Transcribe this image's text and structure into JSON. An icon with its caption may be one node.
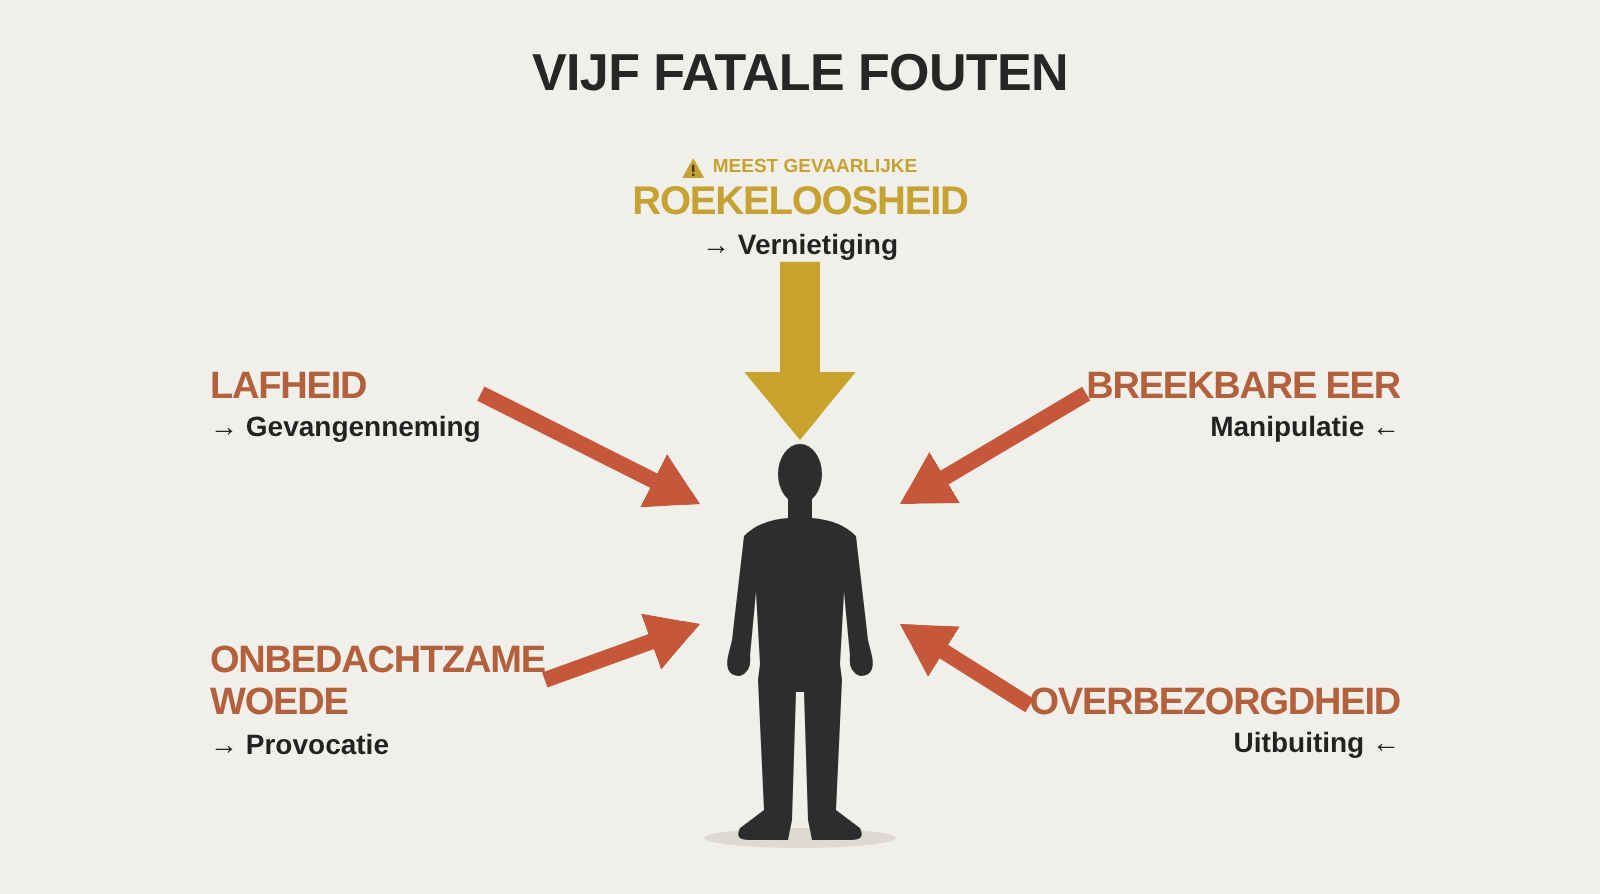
{
  "diagram": {
    "title": "VIJF FATALE FOUTEN",
    "nodes": [
      {
        "text": [
          "MEEST GEVAARLIJKE",
          "ROEKELOOSHEID",
          "→ Vernietiging"
        ]
      },
      {
        "text": [
          "LAFHEID",
          "→ Gevangenneming"
        ]
      },
      {
        "text": [
          "BREEKBARE EER",
          "Manipulatie ←"
        ]
      },
      {
        "text": [],
        "shape": "person"
      },
      {
        "text": [
          "ONBEDACHTZAME WOEDE",
          "→ Provocatie"
        ]
      },
      {
        "text": [
          "OVERBEZORGDHEID",
          "Uitbuiting ←"
        ]
      }
    ],
    "edges": [
      {
        "from": 0,
        "to": 3,
        "arrow": "to",
        "style": "thick",
        "color": "#c9a42c"
      },
      {
        "from": 1,
        "to": 3,
        "arrow": "to"
      },
      {
        "from": 2,
        "to": 3,
        "arrow": "to"
      },
      {
        "from": 4,
        "to": 3,
        "arrow": "to"
      },
      {
        "from": 5,
        "to": 3,
        "arrow": "to"
      }
    ]
  }
}
